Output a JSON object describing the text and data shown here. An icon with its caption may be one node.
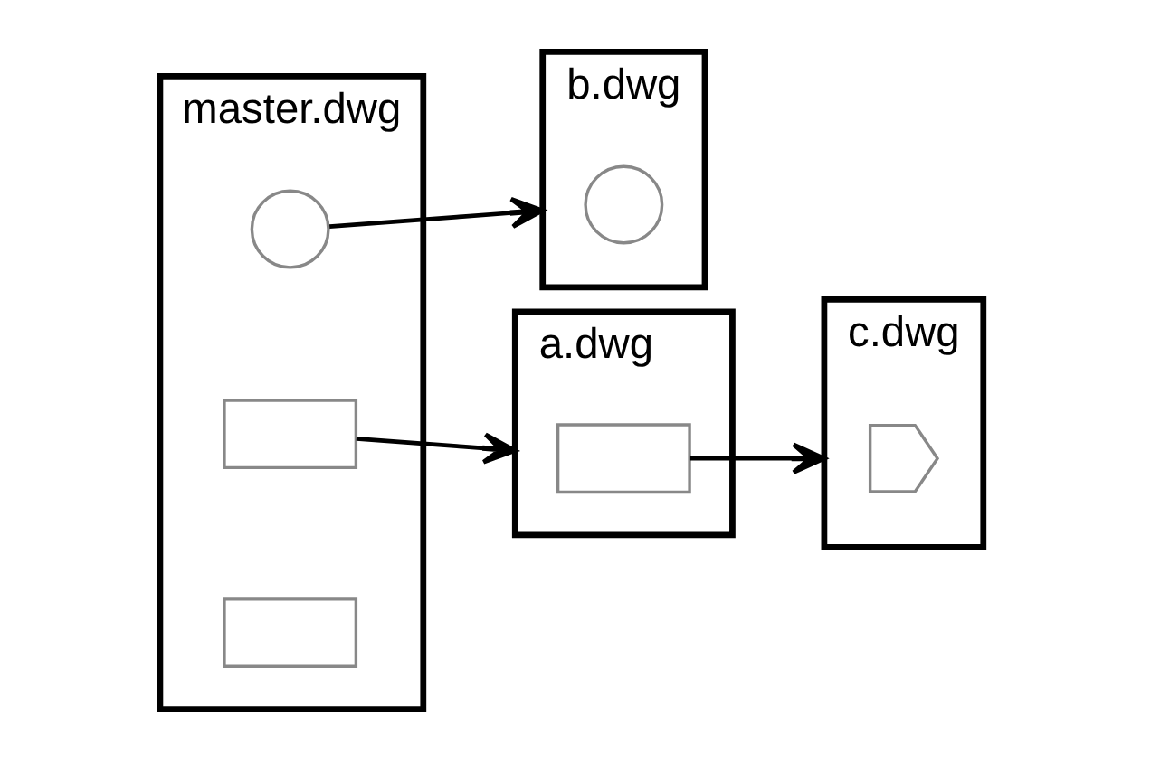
{
  "diagram": {
    "nodes": [
      {
        "text": [
          "master.dwg"
        ]
      },
      {
        "text": [],
        "shape": "circle",
        "in": 0
      },
      {
        "text": [],
        "shape": "box",
        "in": 0
      },
      {
        "text": [],
        "shape": "box",
        "in": 0
      },
      {
        "text": [
          "a.dwg"
        ]
      },
      {
        "text": [],
        "shape": "box",
        "in": 4
      },
      {
        "text": [
          "c.dwg"
        ]
      },
      {
        "text": [],
        "shape": "semicircle",
        "in": 6
      },
      {
        "text": [
          "b.dwg"
        ]
      },
      {
        "text": [],
        "shape": "circle",
        "in": 8
      }
    ],
    "edges": [
      {
        "from": 2,
        "to": 4,
        "arrow": "to"
      },
      {
        "from": 5,
        "to": 6,
        "arrow": "to"
      },
      {
        "from": 1,
        "to": 8,
        "arrow": "to"
      }
    ]
  }
}
